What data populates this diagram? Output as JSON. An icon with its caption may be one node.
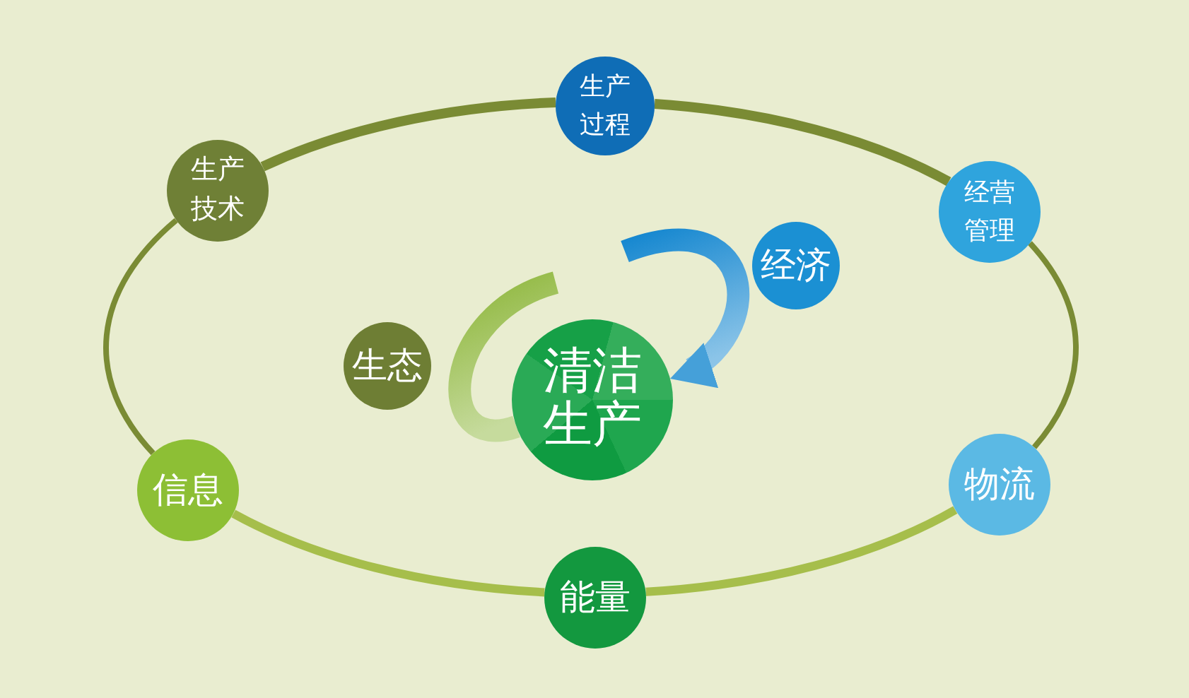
{
  "diagram": {
    "nodes": [
      {
        "text": [
          "生产过程"
        ]
      },
      {
        "text": [
          "生产技术"
        ]
      },
      {
        "text": [
          "经营管理"
        ]
      },
      {
        "text": [
          "经济"
        ]
      },
      {
        "text": [
          "生态"
        ]
      },
      {
        "text": [
          "清洁生产"
        ]
      },
      {
        "text": [
          "信息"
        ]
      },
      {
        "text": [
          "物流"
        ]
      },
      {
        "text": [
          "能量"
        ]
      }
    ],
    "edges": [
      {
        "from": 1,
        "to": 0,
        "arrow": "none"
      },
      {
        "from": 0,
        "to": 2,
        "arrow": "none"
      },
      {
        "from": 2,
        "to": 7,
        "arrow": "none"
      },
      {
        "from": 7,
        "to": 8,
        "arrow": "none",
        "color": "#a6be4b"
      },
      {
        "from": 8,
        "to": 6,
        "arrow": "none",
        "color": "#a6be4b"
      },
      {
        "from": 6,
        "to": 1,
        "arrow": "none"
      },
      {
        "from": null,
        "to": 5,
        "arrow": "to",
        "style": "thick",
        "color": "#1788d0"
      },
      {
        "from": null,
        "to": 5,
        "arrow": "none",
        "style": "thick",
        "color": "#8db63a"
      }
    ]
  }
}
